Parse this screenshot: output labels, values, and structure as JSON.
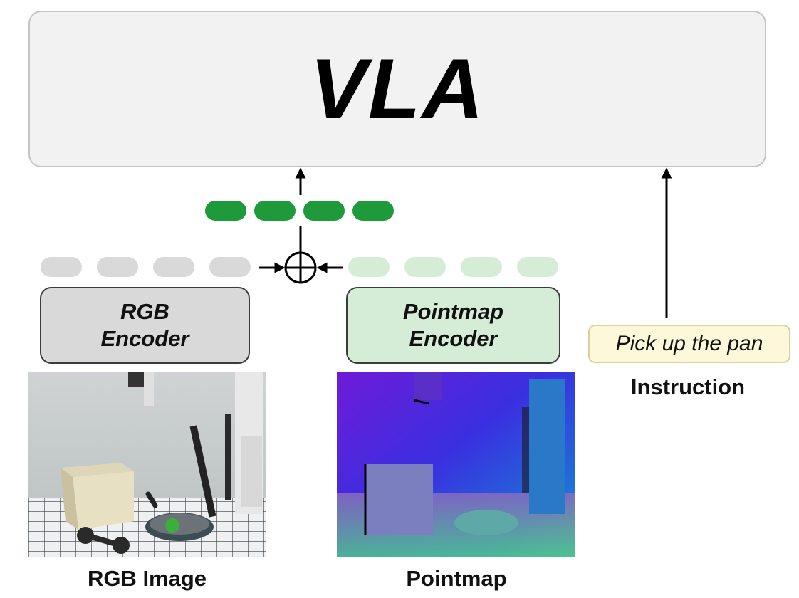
{
  "vla": {
    "title": "VLA"
  },
  "rgb_encoder": {
    "line1": "RGB",
    "line2": "Encoder"
  },
  "pointmap_encoder": {
    "line1": "Pointmap",
    "line2": "Encoder"
  },
  "instruction": {
    "text": "Pick up the pan",
    "caption": "Instruction"
  },
  "captions": {
    "rgb_image": "RGB Image",
    "pointmap": "Pointmap"
  },
  "tokens": {
    "rgb_count": 4,
    "pointmap_count": 4,
    "fused_count": 4
  },
  "colors": {
    "rgb_token": "#d9d9d9",
    "pointmap_token": "#d5ecd6",
    "fused_token": "#1f9a3a",
    "vla_fill": "#f2f2f2",
    "instruction_fill": "#fdf8d9"
  },
  "icons": {
    "fusion": "circle-plus-icon",
    "arrow": "arrow-up-icon"
  }
}
